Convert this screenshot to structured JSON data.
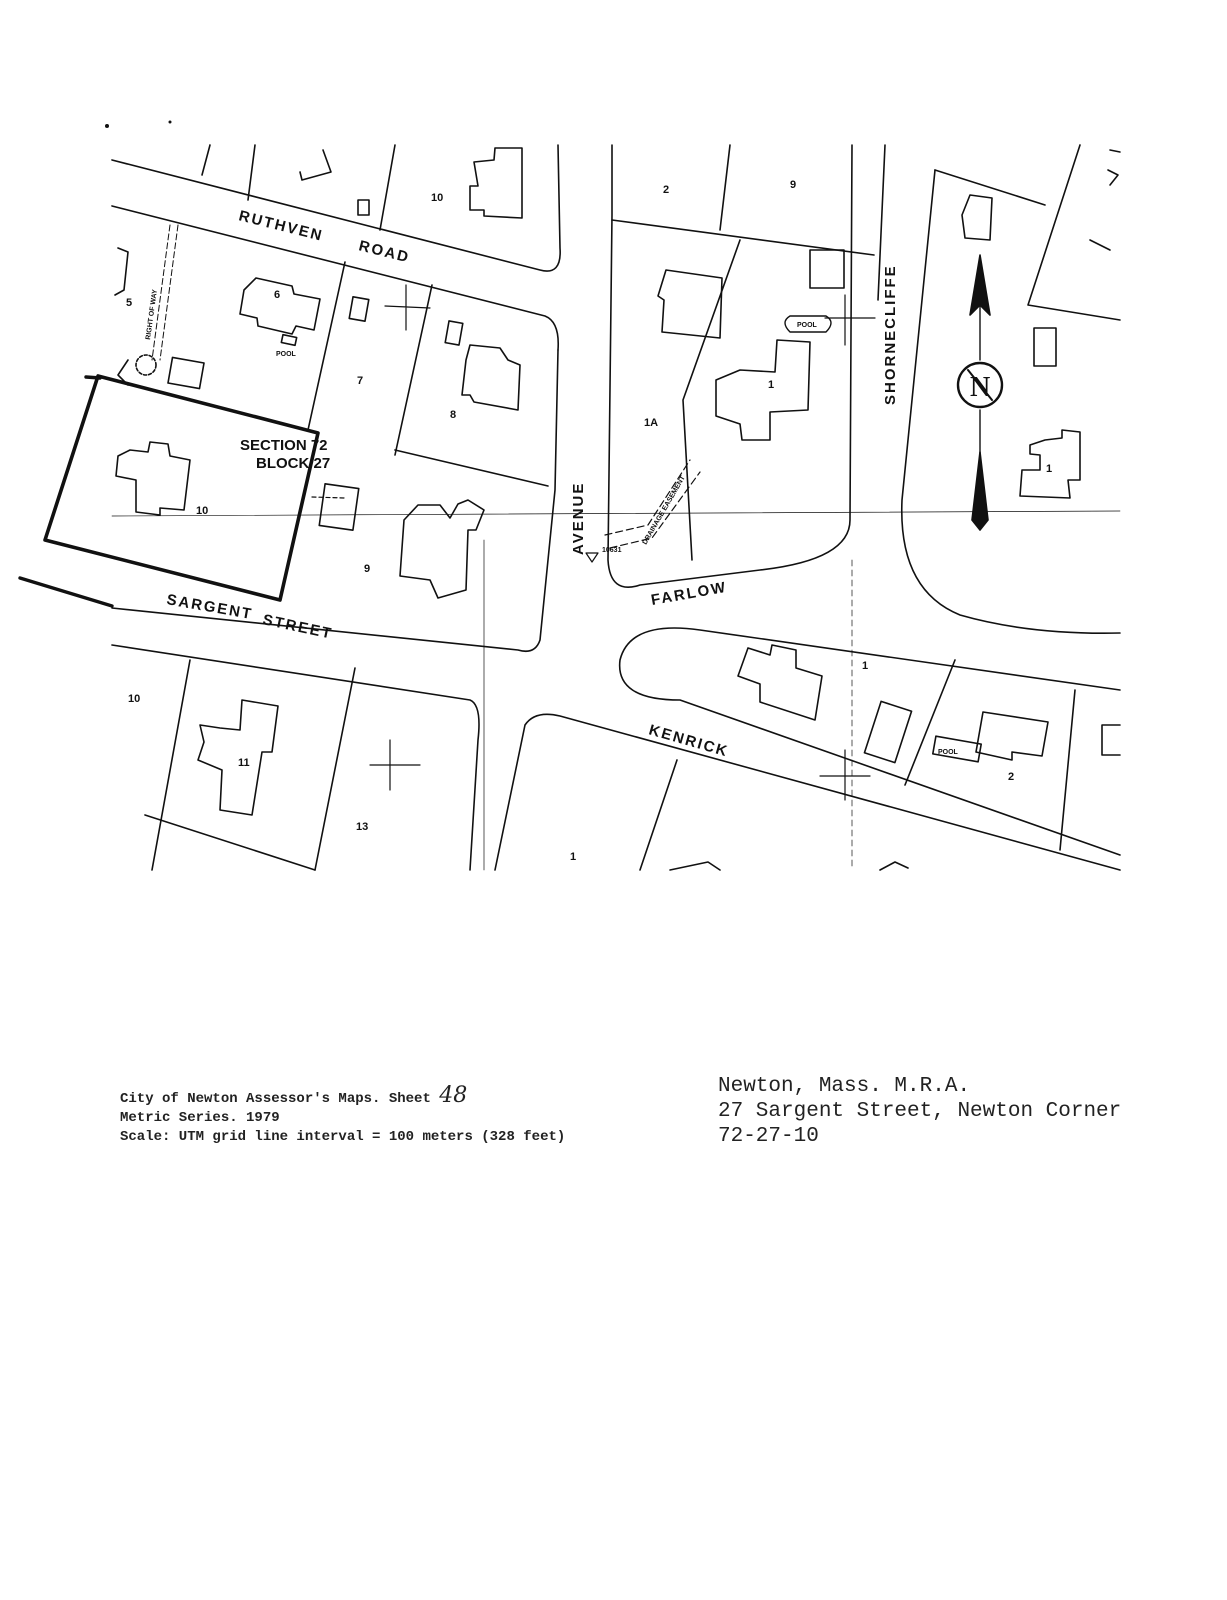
{
  "map": {
    "roads": {
      "ruthven": "RUTHVEN",
      "road": "ROAD",
      "avenue": "AVENUE",
      "shorncliffe": "SHORNECLIFFE",
      "farlow": "FARLOW",
      "kenrick": "KENRICK",
      "sargent": "SARGENT",
      "street": "STREET"
    },
    "section_label": "SECTION 72",
    "block_label": "BLOCK 27",
    "north_letter": "N",
    "pool_label": "POOL",
    "easement_label": "DRAINAGE EASEMENT",
    "right_of_way_label": "RIGHT OF WAY",
    "elevation_label": "10631",
    "lot_numbers": {
      "lot_10_top": "10",
      "lot_2_top": "2",
      "lot_9_top": "9",
      "lot_5": "5",
      "lot_6": "6",
      "lot_7": "7",
      "lot_8": "8",
      "lot_1a": "1A",
      "lot_1_mid": "1",
      "lot_1_right": "1",
      "lot_10_subject": "10",
      "lot_9": "9",
      "lot_10_lower": "10",
      "lot_11": "11",
      "lot_13": "13",
      "lot_1_lower": "1",
      "lot_1_kenrick": "1",
      "lot_2_lower": "2"
    }
  },
  "caption": {
    "line1_prefix": "City of Newton Assessor's Maps. Sheet",
    "sheet_number": "48",
    "line2": "Metric Series. 1979",
    "line3": "Scale: UTM grid line interval = 100 meters (328 feet)"
  },
  "location": {
    "line1": "Newton, Mass. M.R.A.",
    "line2": "27 Sargent Street, Newton Corner",
    "line3": "72-27-10"
  },
  "colors": {
    "ink": "#111111",
    "paper": "#ffffff"
  }
}
